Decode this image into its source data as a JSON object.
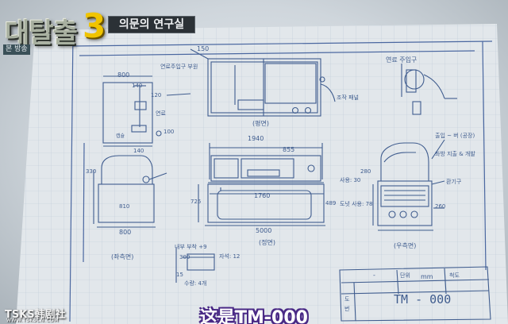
{
  "overlay": {
    "show_logo": "대탈출",
    "show_logo_number": "3",
    "banner": "의문의 연구실",
    "broadcast_tag": "본 방송",
    "watermark": "TSKS韩剧社",
    "watermark_url": "WWW.TSKSCN.COM",
    "subtitle": "这是TM-000"
  },
  "blueprint": {
    "colors": {
      "ink": "#3f5c8e",
      "paper": "#e2e7eb"
    },
    "top_view": {
      "caption": "(평면)",
      "door_label": "연료주입구 부원",
      "nozzle_label": "연료 주입구",
      "panel_label": "조작 패널"
    },
    "front_view": {
      "caption": "(정면)",
      "dim_total": "1940",
      "dim_mid": "855",
      "dim_inner": "1760",
      "dim_base": "5000",
      "dim_height": "725",
      "dim_inner_h": "489"
    },
    "left_view": {
      "caption": "(좌측면)",
      "dim_width": "800",
      "dim_height": "330",
      "dim_depth": "810"
    },
    "right_view": {
      "caption": "(우측면)",
      "fuel_label": "연료주입구",
      "label_1": "출입 ~ 버 (공장)",
      "label_2": "좌방 지출 & 개발",
      "label_3": "사용: 30",
      "label_4": "도넛 사용: 78",
      "label_5": "환기구",
      "dim_1": "280",
      "dim_2": "260"
    },
    "small_view": {
      "dim_800": "800",
      "dim_140": "140",
      "dim_120": "120",
      "dim_100": "100",
      "dim_140b": "140",
      "label_cap": "캡슐",
      "label_axis": "연료"
    },
    "detail": {
      "title": "내부 부착 +9",
      "dim_300": "300",
      "dim_15": "15",
      "label_a": "자석: 12",
      "label_b": "수량: 4개"
    },
    "title_block": {
      "label_unit": "단위",
      "unit": "mm",
      "label_scale": "척도",
      "scale": "-",
      "doc_label_1": "도",
      "doc_label_2": "번",
      "model": "TM - 000"
    }
  }
}
